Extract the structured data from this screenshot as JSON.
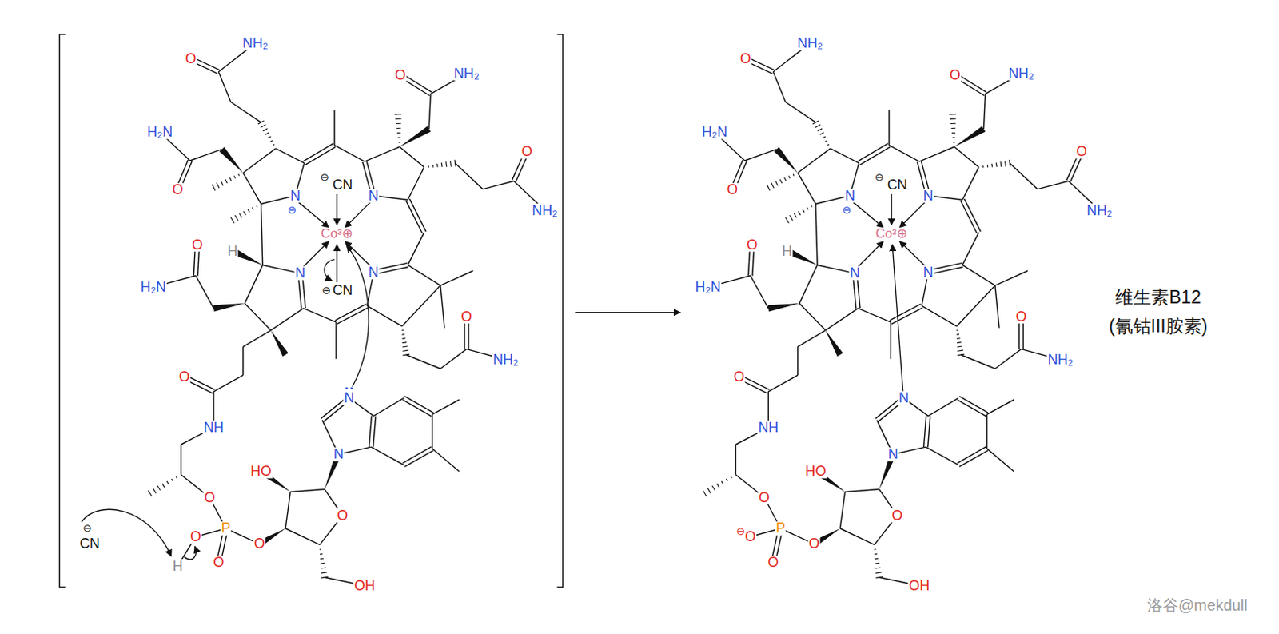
{
  "diagram": {
    "labels": [
      "O",
      "NH₂",
      "O",
      "NH₂",
      "H₂N",
      "O",
      "O",
      "NH₂",
      "⊖",
      "CN",
      "N",
      "⊖",
      "N",
      "Co³⊕",
      "H",
      "O",
      "H₂N",
      "N",
      "⊖",
      "CN",
      "N",
      "O",
      "NH₂",
      "O",
      "NH",
      "N",
      "HO",
      "N",
      "O",
      "O",
      "⊖",
      "CN",
      "O",
      "P",
      "O",
      "O",
      "H",
      "OH",
      "O",
      "NH₂",
      "O",
      "NH₂",
      "H₂N",
      "O",
      "O",
      "NH₂",
      "⊖",
      "CN",
      "N",
      "⊖",
      "N",
      "Co³⊕",
      "H",
      "O",
      "H₂N",
      "N",
      "N",
      "O",
      "NH₂",
      "O",
      "NH",
      "N",
      "HO",
      "N",
      "O",
      "O",
      "⊖",
      "O",
      "P",
      "O",
      "O",
      "OH",
      "维生素B12",
      "(氰钴III胺素)",
      "洛谷@mekdull"
    ]
  }
}
